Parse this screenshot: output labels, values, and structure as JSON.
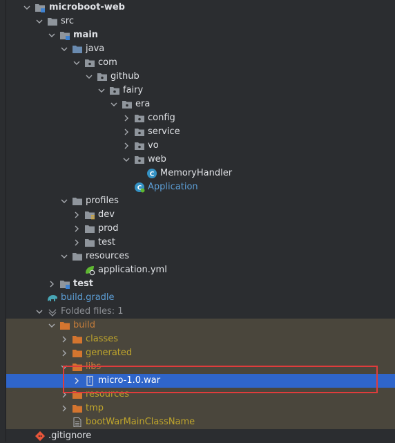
{
  "tree": {
    "root": "microboot-web",
    "src": "src",
    "main": "main",
    "java": "java",
    "com": "com",
    "github": "github",
    "fairy": "fairy",
    "era": "era",
    "config": "config",
    "service": "service",
    "vo": "vo",
    "web": "web",
    "memory_handler": "MemoryHandler",
    "application": "Application",
    "profiles": "profiles",
    "dev": "dev",
    "prod": "prod",
    "test_profile": "test",
    "resources": "resources",
    "application_yml": "application.yml",
    "test": "test",
    "build_gradle": "build.gradle",
    "folded_files": "Folded files: 1",
    "build": "build",
    "classes": "classes",
    "generated": "generated",
    "libs": "libs",
    "war": "micro-1.0.war",
    "build_resources": "resources",
    "tmp": "tmp",
    "boot_war_main": "bootWarMainClassName",
    "gitignore": ".gitignore"
  },
  "colors": {
    "selection": "#2f65ca",
    "excluded_background": "#4a463c",
    "highlight_border": "#e03c3c",
    "folder": "#8f959c",
    "excluded_text": "#c77d3a",
    "generated_text": "#bfa52c",
    "link_text": "#5c9ed6"
  }
}
